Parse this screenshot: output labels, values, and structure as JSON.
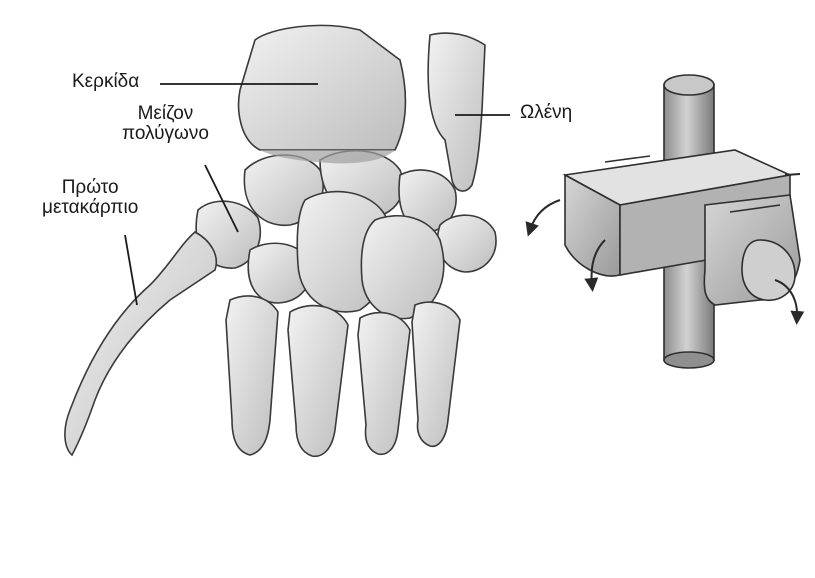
{
  "labels": {
    "radius": "Κερκίδα",
    "ulna": "Ωλένη",
    "trapezium_line1": "Μείζον",
    "trapezium_line2": "πολύγωνο",
    "first_metacarpal_line1": "Πρώτο",
    "first_metacarpal_line2": "μετακάρπιο"
  },
  "colors": {
    "bone_fill": "#e4e4e4",
    "bone_shadow": "#a9a9a9",
    "outline": "#3a3a3a",
    "axis_fill": "#b9b9b9",
    "text": "#1a1a1a"
  }
}
